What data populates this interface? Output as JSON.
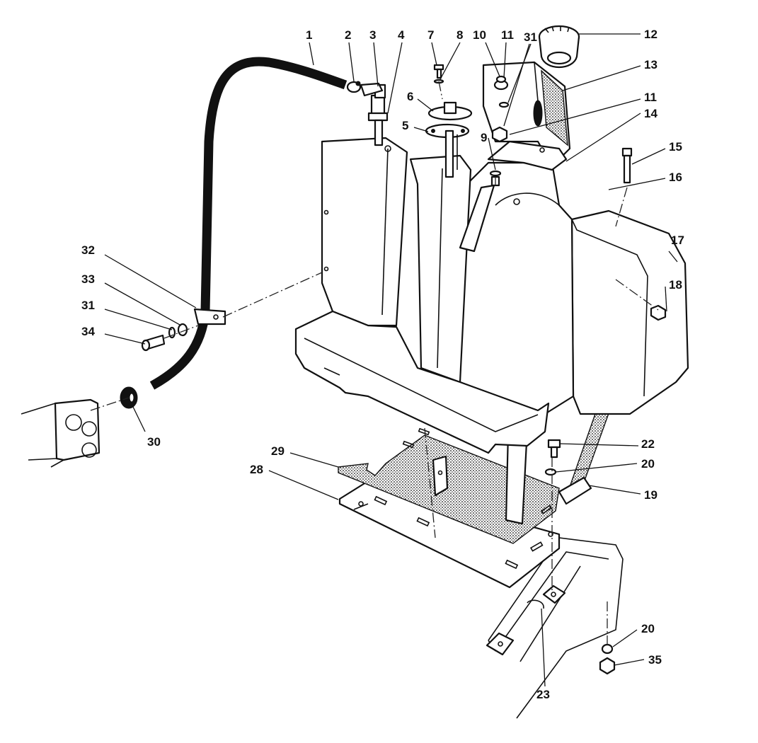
{
  "diagram": {
    "callouts": {
      "c1": "1",
      "c2": "2",
      "c3": "3",
      "c4": "4",
      "c5": "5",
      "c6": "6",
      "c7": "7",
      "c8": "8",
      "c9": "9",
      "c10": "10",
      "c11a": "11",
      "c11b": "11",
      "c12": "12",
      "c13": "13",
      "c14": "14",
      "c15": "15",
      "c16": "16",
      "c17": "17",
      "c18": "18",
      "c19": "19",
      "c20a": "20",
      "c20b": "20",
      "c22": "22",
      "c23": "23",
      "c28": "28",
      "c29": "29",
      "c30": "30",
      "c31a": "31",
      "c31b": "31",
      "c32": "32",
      "c33": "33",
      "c34": "34",
      "c35": "35"
    }
  }
}
